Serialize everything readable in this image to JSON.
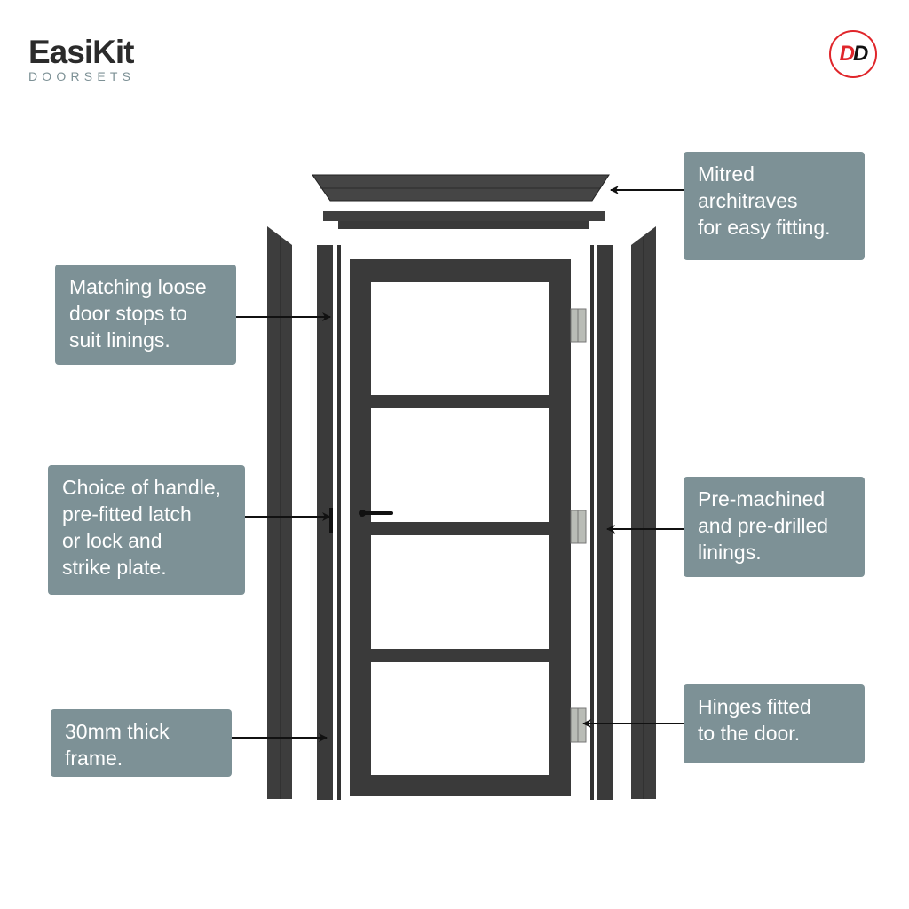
{
  "brand": {
    "name": "EasiKit",
    "subtitle": "DOORSETS",
    "badge": "DD"
  },
  "colors": {
    "label_bg": "#7d9196",
    "frame": "#3a3a3a",
    "badge_red": "#e0262b"
  },
  "labels": {
    "architraves": "Mitred\narchitraves\nfor easy fitting.",
    "door_stops": "Matching loose\ndoor stops to\nsuit linings.",
    "handle": "Choice of handle,\npre-fitted latch\nor lock and\nstrike plate.",
    "frame": "30mm thick\nframe.",
    "linings": "Pre-machined\nand pre-drilled\nlinings.",
    "hinges": "Hinges fitted\nto the door."
  }
}
